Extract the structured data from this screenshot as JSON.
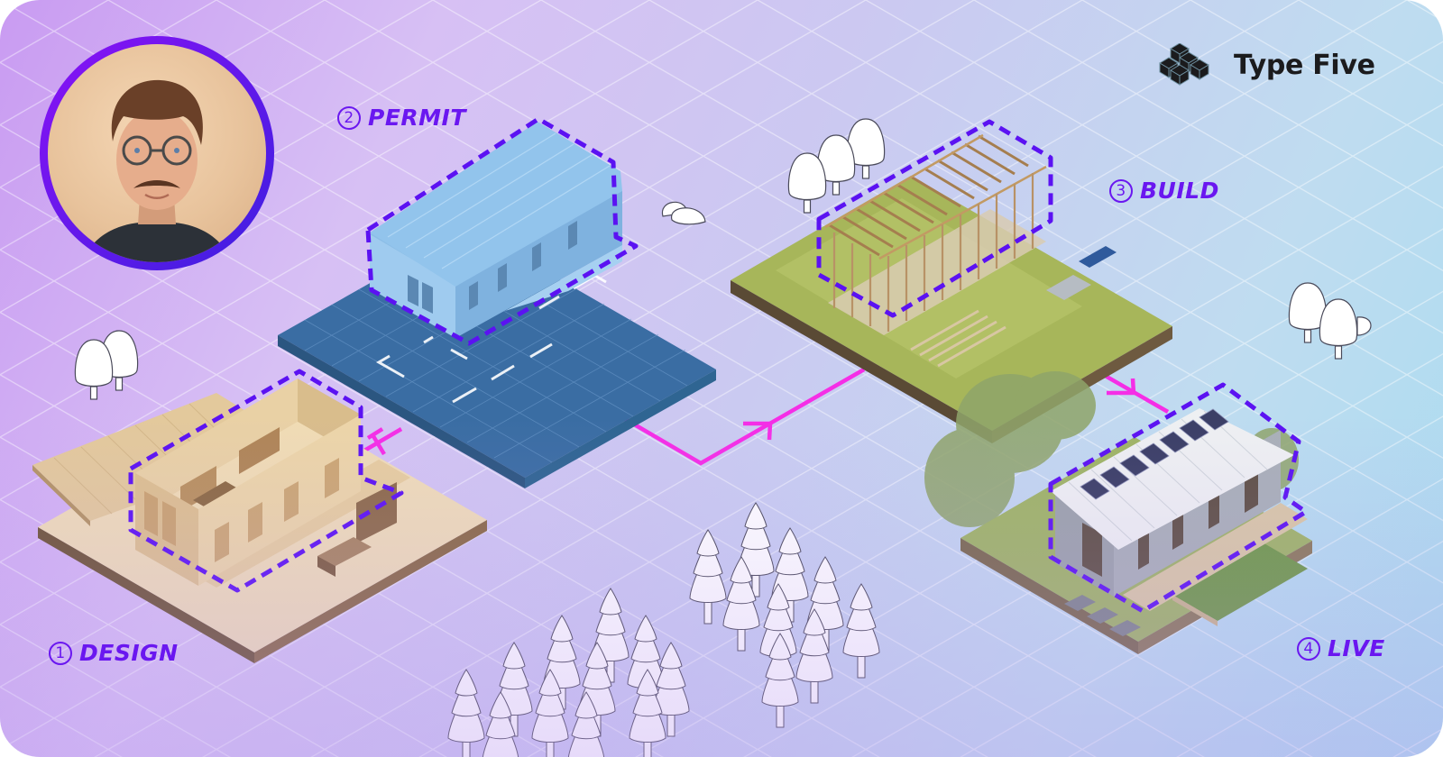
{
  "brand": {
    "name": "Type Five",
    "icon": "stacked-cubes-logo-icon",
    "text_color": "#1b1b1d"
  },
  "avatar": {
    "alt": "Portrait of a smiling man with curly brown hair, round glasses and a mustache",
    "ring_colors": [
      "#8a12f5",
      "#3d1fe0"
    ]
  },
  "steps": [
    {
      "number": "1",
      "label": "DESIGN",
      "scene": "Plywood scale model of a tiny house with open walls, interior furniture and deck"
    },
    {
      "number": "2",
      "label": "PERMIT",
      "scene": "Blue 3D house model floating over a blueprint floor plan"
    },
    {
      "number": "3",
      "label": "BUILD",
      "scene": "Timber frame under construction on a grassy lot with lumber and tools"
    },
    {
      "number": "4",
      "label": "LIVE",
      "scene": "Finished grey-clad home with solar panels, deck, garden bed and trees"
    }
  ],
  "colors": {
    "accent_purple": "#6a17f0",
    "dashed_outline": "#5b12f2",
    "flow_arrow": "#f52ee6",
    "grid_line": "#ffffff"
  }
}
